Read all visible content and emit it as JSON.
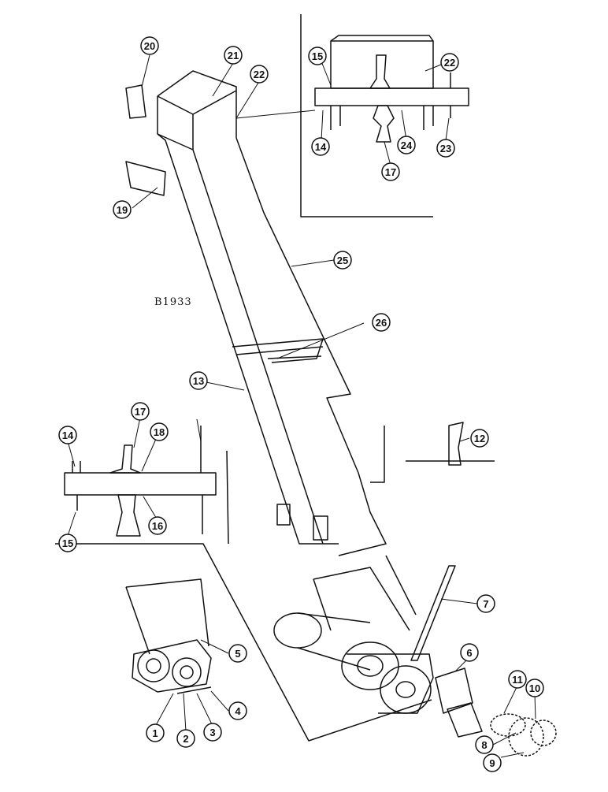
{
  "figure_label": "B1933",
  "callouts": [
    "1",
    "2",
    "3",
    "4",
    "5",
    "6",
    "7",
    "8",
    "9",
    "10",
    "11",
    "12",
    "13",
    "14",
    "14",
    "15",
    "15",
    "16",
    "17",
    "17",
    "18",
    "19",
    "20",
    "21",
    "22",
    "22",
    "23",
    "24",
    "25",
    "26"
  ]
}
